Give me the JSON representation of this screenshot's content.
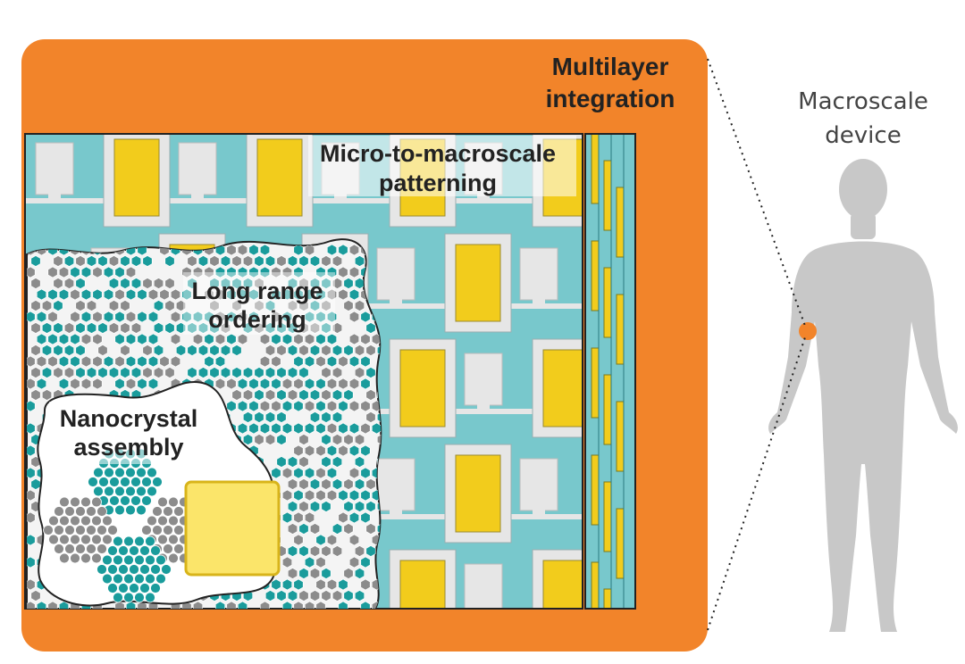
{
  "labels": {
    "multilayer_line1": "Multilayer",
    "multilayer_line2": "integration",
    "patterning_line1": "Micro-to-macroscale",
    "patterning_line2": "patterning",
    "ordering_line1": "Long range",
    "ordering_line2": "ordering",
    "assembly_line1": "Nanocrystal",
    "assembly_line2": "assembly",
    "device_line1": "Macroscale",
    "device_line2": "device"
  },
  "colors": {
    "orange": "#f2842a",
    "teal": "#78c8cc",
    "teal_dark": "#1a9c9c",
    "gray_particle": "#8c8c8c",
    "yellow": "#f2cc1c",
    "light_yellow": "#fbe56a",
    "silhouette": "#c8c8c8",
    "light_gray": "#e6e6e6",
    "dot": "#f2842a"
  }
}
